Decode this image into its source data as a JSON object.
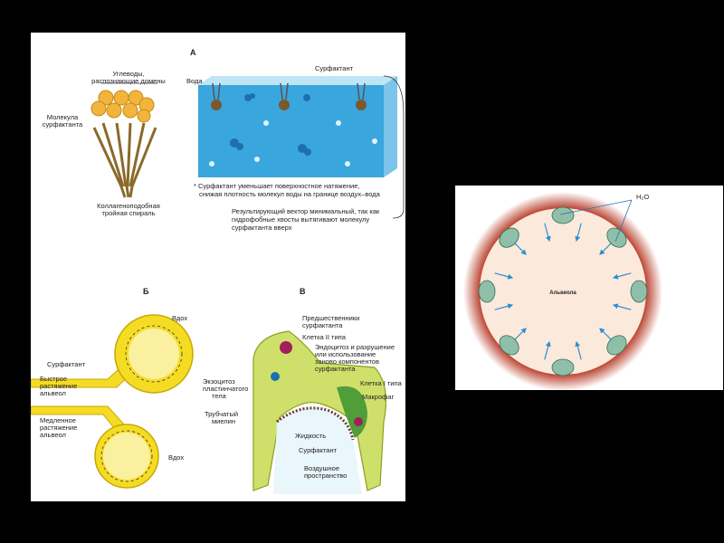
{
  "panel_a": {
    "letter": "A",
    "carbs_line1": "Углеводы,",
    "carbs_line2": "распознающие домены",
    "molecule_line1": "Молекула",
    "molecule_line2": "сурфактанта",
    "collagen_line1": "Коллагеноподобная",
    "collagen_line2": "тройная спираль",
    "water": "Вода",
    "surfactant": "Сурфактант",
    "note_line1": "* Сурфактант уменьшает поверхностное натяжение,",
    "note_line2": "снижая плотность молекул воды на границе воздух–вода",
    "vector_line1": "Результирующий вектор минимальный, так как",
    "vector_line2": "гидрофобные хвосты вытягивают молекулу",
    "vector_line3": "сурфактанта вверх"
  },
  "panel_b": {
    "letter": "Б",
    "inhale_top": "Вдох",
    "surfactant": "Сурфактант",
    "fast_line1": "Быстрое",
    "fast_line2": "растяжение",
    "fast_line3": "альвеол",
    "slow_line1": "Медленное",
    "slow_line2": "растяжение",
    "slow_line3": "альвеол",
    "inhale_bottom": "Вдох"
  },
  "panel_c": {
    "letter": "В",
    "precursors_line1": "Предшественники",
    "precursors_line2": "сурфактанта",
    "type2": "Клетка II типа",
    "endo_line1": "Эндоцитоз и разрушение",
    "endo_line2": "или использование",
    "endo_line3": "заново компонентов",
    "endo_line4": "сурфактанта",
    "exo_line1": "Экзоцитоз",
    "exo_line2": "пластинчатого",
    "exo_line3": "тела",
    "type1": "Клетка I типа",
    "macrophage": "Макрофаг",
    "myelin_line1": "Трубчатый",
    "myelin_line2": "миелин",
    "fluid": "Жидкость",
    "surfactant": "Сурфактант",
    "air_line1": "Воздушное",
    "air_line2": "пространство"
  },
  "alveolus": {
    "h2o": "H₂O",
    "center": "Альвеола"
  },
  "colors": {
    "water": "#3aa6de",
    "surfactant_ball": "#f2b43a",
    "alveolus_yellow": "#f4dc24",
    "cell_green": "#cfe06a",
    "rim_red": "#b5341f",
    "alveolus_fill": "#fbe9dc",
    "cell_teal": "#8fbfa8",
    "arrow_blue": "#2f8fd0"
  }
}
